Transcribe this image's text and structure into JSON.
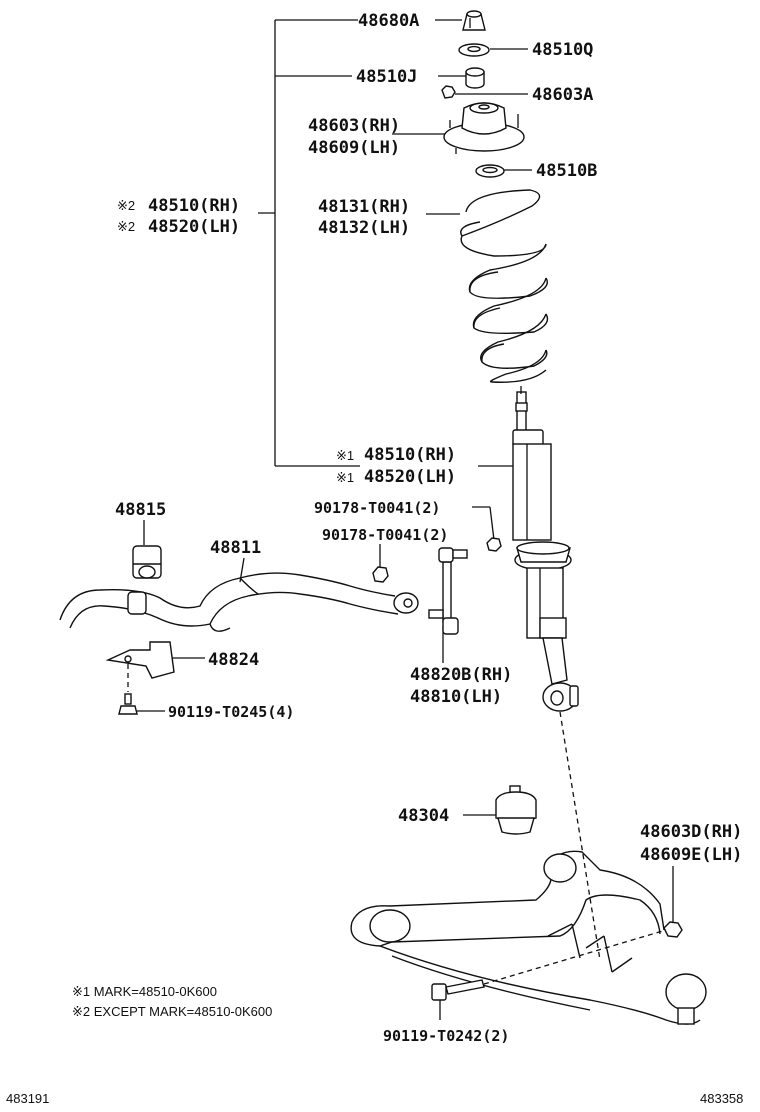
{
  "labels": {
    "p48680A": "48680A",
    "p48510Q": "48510Q",
    "p48510J": "48510J",
    "p48603A": "48603A",
    "p48603RH": "48603(RH)",
    "p48609LH": "48609(LH)",
    "p48510B": "48510B",
    "p48131RH": "48131(RH)",
    "p48132LH": "48132(LH)",
    "m2_48510RH": "48510(RH)",
    "m2_48520LH": "48520(LH)",
    "m1_48510RH": "48510(RH)",
    "m1_48520LH": "48520(LH)",
    "mark1": "※1",
    "mark2": "※2",
    "p90178_a": "90178-T0041(2)",
    "p90178_b": "90178-T0041(2)",
    "p48815": "48815",
    "p48811": "48811",
    "p48824": "48824",
    "p90119_T0245": "90119-T0245(4)",
    "p48820B": "48820B(RH)",
    "p48810": "48810(LH)",
    "p48304": "48304",
    "p48603D": "48603D(RH)",
    "p48609E": "48609E(LH)",
    "p90119_T0242": "90119-T0242(2)"
  },
  "notes": {
    "note1": "※1  MARK=48510-0K600",
    "note2": "※2  EXCEPT MARK=48510-0K600"
  },
  "footer": {
    "left_code": "483191",
    "right_code": "483358"
  }
}
